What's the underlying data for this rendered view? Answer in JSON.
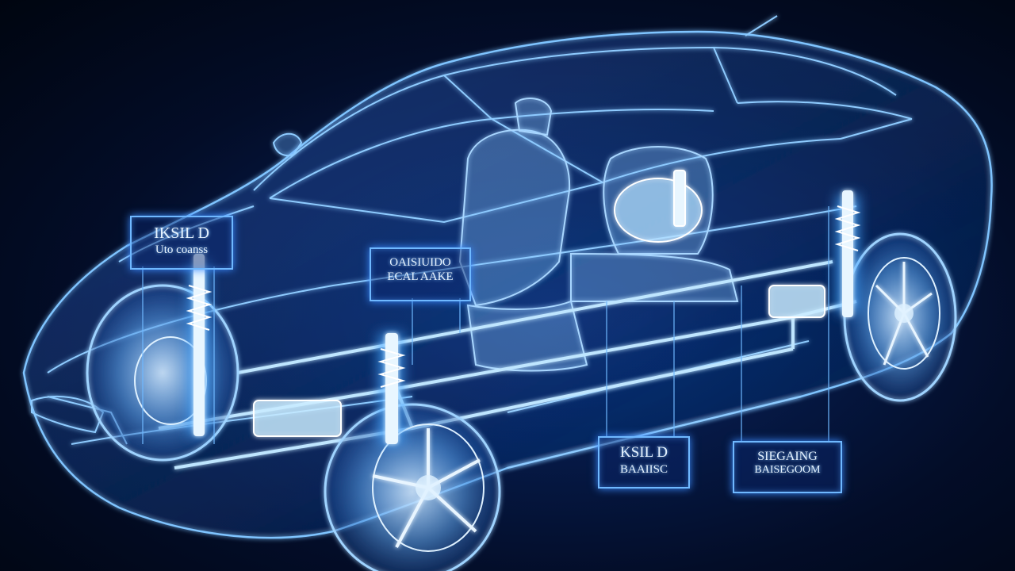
{
  "scene": {
    "description_colors": {
      "background": "#030d28",
      "wireframe": "#7fc4ff",
      "glow": "#bfe6ff"
    }
  },
  "labels": [
    {
      "line1": "IKSIL D",
      "line2": "Uto coanss"
    },
    {
      "line1": "OAISIUIDO",
      "line2": "ECAL AAKE"
    },
    {
      "line1": "KSIL D",
      "line2": "BAAIISC"
    },
    {
      "line1": "SIEGAING",
      "line2": "BAISEGOOM"
    }
  ]
}
